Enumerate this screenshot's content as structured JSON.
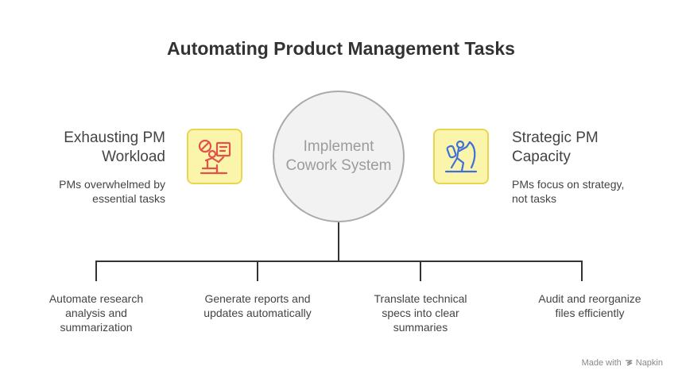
{
  "title": "Automating Product Management Tasks",
  "left": {
    "heading": "Exhausting PM Workload",
    "heading_line1": "Exhausting PM",
    "heading_line2": "Workload",
    "desc_line1": "PMs overwhelmed by",
    "desc_line2": "essential tasks",
    "icon": "overwhelmed-person-icon"
  },
  "center": {
    "line1": "Implement",
    "line2": "Cowork System"
  },
  "right": {
    "heading_line1": "Strategic PM",
    "heading_line2": "Capacity",
    "desc_line1": "PMs focus on strategy,",
    "desc_line2": "not tasks",
    "icon": "climber-icon"
  },
  "branches": [
    {
      "lines": [
        "Automate research",
        "analysis and",
        "summarization"
      ]
    },
    {
      "lines": [
        "Generate reports and",
        "updates automatically"
      ]
    },
    {
      "lines": [
        "Translate technical",
        "specs into clear",
        "summaries"
      ]
    },
    {
      "lines": [
        "Audit and reorganize",
        "files efficiently"
      ]
    }
  ],
  "footer": {
    "made_with": "Made with",
    "brand": "Napkin"
  },
  "colors": {
    "icon_fill": "#fbf5ab",
    "icon_border": "#e9d64e",
    "left_icon_stroke": "#e0524a",
    "right_icon_stroke": "#3f6fd8",
    "line": "#333333"
  }
}
